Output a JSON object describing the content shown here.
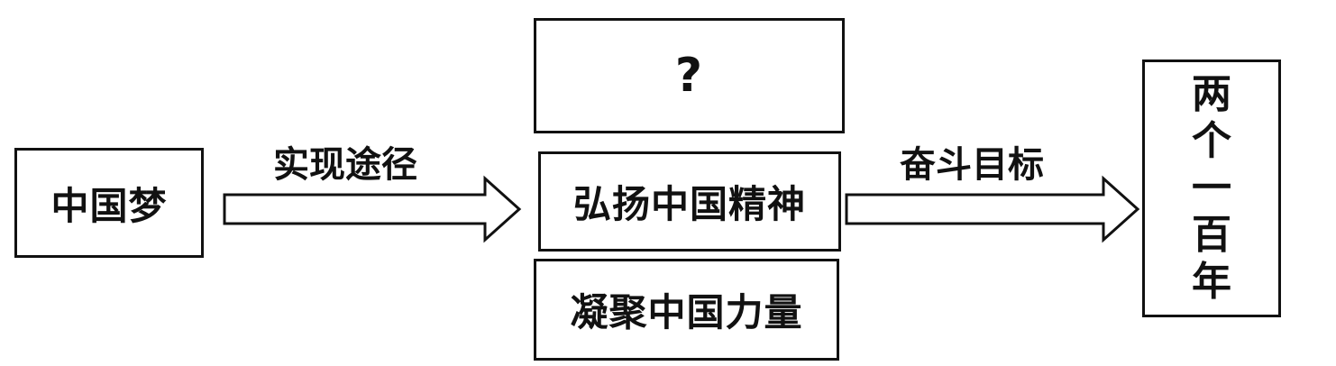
{
  "nodes": {
    "dream": "中国梦",
    "question": "?",
    "spirit": "弘扬中国精神",
    "strength": "凝聚中国力量",
    "goal_chars": [
      "两",
      "个",
      "一",
      "百",
      "年"
    ]
  },
  "edges": {
    "path_label": "实现途径",
    "goal_label": "奋斗目标"
  }
}
